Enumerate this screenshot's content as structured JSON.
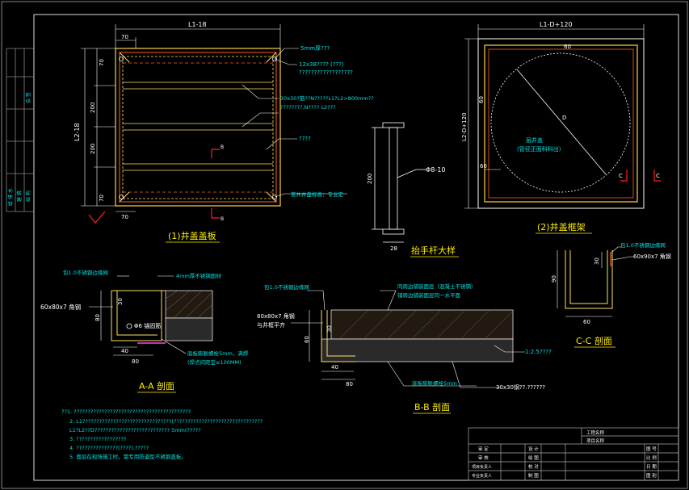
{
  "panel1": {
    "title": "(1)井盖盖板",
    "dim_top": "L1-18",
    "dim_70_top": "70",
    "dim_70_left": "70",
    "dim_70_bottom": "70",
    "dim_70_bottom2": "70",
    "dim_left": "L2-18",
    "dim_200_a": "200",
    "dim_200_b": "200",
    "note1": "5mm厚???",
    "note2a": "12x38???? (???)",
    "note2b": "??????????????????",
    "note3a": "30x30?筋??N?????L1?L2>800mm??",
    "note3b": "????????,N???? L2???",
    "note4": "????",
    "note5": "管井井盖标高：专业定",
    "sec_b_top": "B",
    "sec_b_bottom": "B"
  },
  "handle": {
    "title": "抬手杆大样",
    "dim_200": "200",
    "dim_phi": "Φ8-10",
    "dim_28": "28"
  },
  "panel2": {
    "title": "(2)井盖框架",
    "dim_top": "L1-D+120",
    "dim_left": "L2-D+120",
    "dim_60_top": "60",
    "dim_60_left": "60",
    "dim_60_bottom": "60",
    "dim_D": "D",
    "circle_label1": "层井盖",
    "circle_label2": "(管径正面科科出)",
    "sec_c_left": "C",
    "sec_c_right": "C"
  },
  "sectionA": {
    "title": "A-A 剖面",
    "note_top": "包1.0不锈钢边缘网",
    "note_4mm": "4mm厚不锈钢面材",
    "note_angle": "60x80x7 角钢",
    "dim_30": "30",
    "dim_80": "80",
    "dim_phi6": "Φ6 锚固筋",
    "dim_40": "40",
    "dim_80b": "80",
    "note_bottom1": "底板膨胀螺栓5mm，满焊",
    "note_bottom2": "(焊点间距宜≤100MM)"
  },
  "sectionB": {
    "title": "B-B 剖面",
    "note_top": "包1.0不锈钢边缘网",
    "note_finish1": "同周边铺装面层（混凝土不锈钢）",
    "note_finish2": "铺周边铺装面层同一水平面",
    "note_angle1": "80x80x7 角钢",
    "note_angle2": "与井框平齐",
    "dim_30": "30",
    "dim_60": "60",
    "dim_40": "40",
    "dim_80": "80",
    "note_ratio": "1:2.5????",
    "note_bottom": "底板膨胀螺栓5mm",
    "note_bottom2": "30x30钢??.??????"
  },
  "sectionC": {
    "title": "C-C 剖面",
    "note1": "包1.0不锈钢边缘网",
    "note2": "60x90x7 角钢",
    "dim_30": "30",
    "dim_90": "90",
    "dim_60": "60"
  },
  "notes": [
    "??1. ??????????????????????????????????????????",
    "2. L1????????????????????????????????(????????????????????????????????",
    "   L1?L2??D??????????????????????????? 5mm(?????",
    "3. ??????????????????",
    "4. ???????????????(????),?????",
    "5. 面层在现场施工时，需专用防盗型不锈钢盖板。"
  ],
  "title_block": {
    "right_top": "工程名称",
    "right_mid": "项目名称",
    "r1c1": "审 定",
    "r1c2": "设 计",
    "r1c3": "图 号",
    "r2c1": "审 核",
    "r2c2": "绘 图",
    "r2c3": "比 例",
    "r3c1": "项目负责人",
    "r3c2": "校 对",
    "r3c3": "日 期",
    "r4c1": "专业负责人",
    "r4c2": "制 图",
    "r4c3": "图 别"
  },
  "left_strip": {
    "label1": "会 签",
    "label2": "建 筑",
    "label3": "结 构",
    "label4": "给 排 水"
  }
}
